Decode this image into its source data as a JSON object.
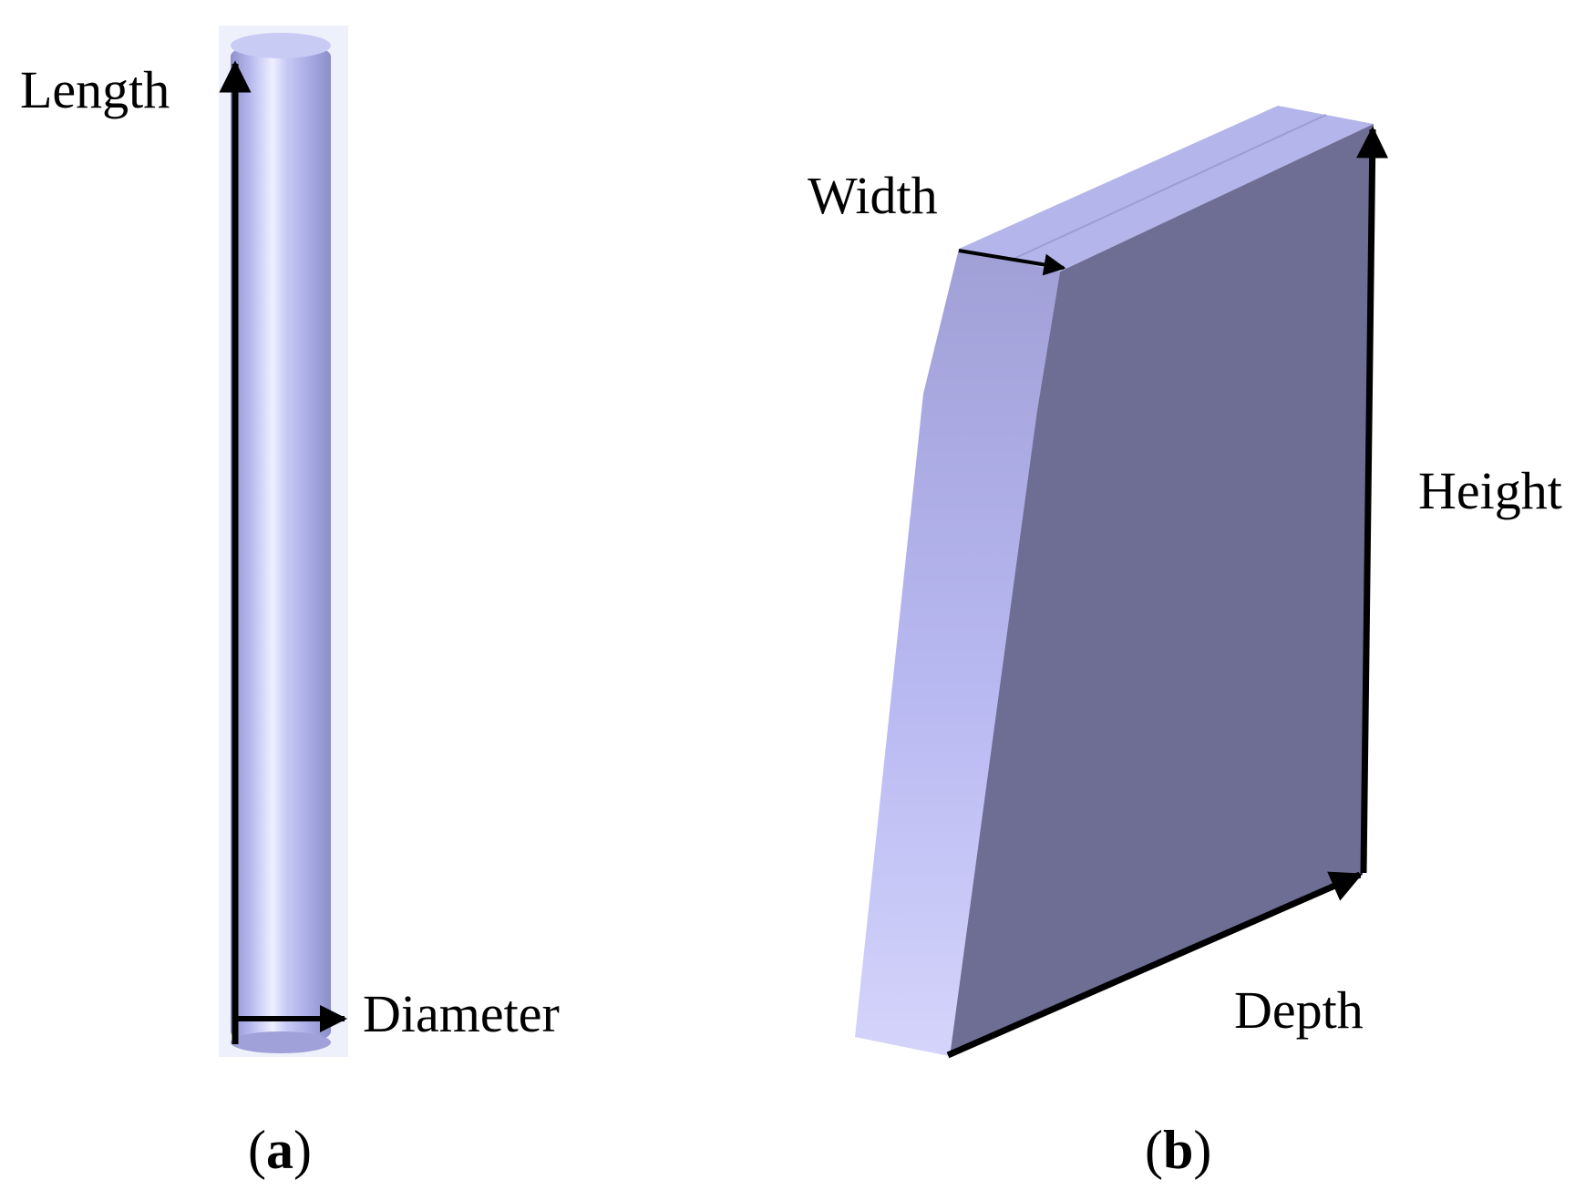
{
  "panel_a": {
    "length_label": "Length",
    "diameter_label": "Diameter",
    "caption_open": "(",
    "caption_letter": "a",
    "caption_close": ")"
  },
  "panel_b": {
    "width_label": "Width",
    "height_label": "Height",
    "depth_label": "Depth",
    "caption_open": "(",
    "caption_letter": "b",
    "caption_close": ")"
  },
  "colors": {
    "rod_light": "#e8e9ff",
    "rod_mid": "#b3b5ec",
    "rod_dark": "#8e90c8",
    "plate_front": "#6e6e94",
    "plate_side": "#b8b9ee",
    "plate_top": "#b4b5ea",
    "arrow": "#000000"
  }
}
